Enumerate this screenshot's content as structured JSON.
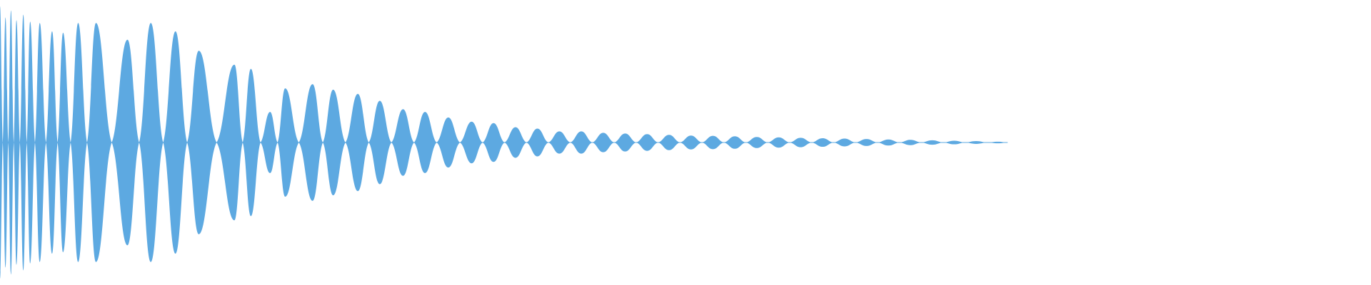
{
  "waveform": {
    "fill_color": "#5DA9E1",
    "background_color": "#FFFFFF",
    "envelope": [
      {
        "t": 0.0,
        "amp": 0.98
      },
      {
        "t": 0.01,
        "amp": 0.93
      },
      {
        "t": 0.02,
        "amp": 0.9
      },
      {
        "t": 0.032,
        "amp": 0.87
      },
      {
        "t": 0.045,
        "amp": 0.84
      },
      {
        "t": 0.06,
        "amp": 0.87
      },
      {
        "t": 0.075,
        "amp": 0.74
      },
      {
        "t": 0.095,
        "amp": 0.91
      },
      {
        "t": 0.115,
        "amp": 0.64
      },
      {
        "t": 0.14,
        "amp": 0.56
      },
      {
        "t": 0.165,
        "amp": 0.43
      },
      {
        "t": 0.19,
        "amp": 0.38
      },
      {
        "t": 0.215,
        "amp": 0.4
      },
      {
        "t": 0.24,
        "amp": 0.36
      },
      {
        "t": 0.26,
        "amp": 0.31
      },
      {
        "t": 0.28,
        "amp": 0.29
      },
      {
        "t": 0.3,
        "amp": 0.24
      },
      {
        "t": 0.33,
        "amp": 0.18
      },
      {
        "t": 0.36,
        "amp": 0.12
      },
      {
        "t": 0.4,
        "amp": 0.09
      },
      {
        "t": 0.45,
        "amp": 0.07
      },
      {
        "t": 0.5,
        "amp": 0.055
      },
      {
        "t": 0.55,
        "amp": 0.045
      },
      {
        "t": 0.6,
        "amp": 0.035
      },
      {
        "t": 0.65,
        "amp": 0.025
      },
      {
        "t": 0.7,
        "amp": 0.018
      },
      {
        "t": 0.74,
        "amp": 0.01
      },
      {
        "t": 0.735,
        "amp": 0.008
      }
    ],
    "lobes": [
      {
        "t": 0.0,
        "amp": 0.98
      },
      {
        "t": 0.004,
        "amp": 0.9
      },
      {
        "t": 0.008,
        "amp": 0.95
      },
      {
        "t": 0.012,
        "amp": 0.88
      },
      {
        "t": 0.017,
        "amp": 0.92
      },
      {
        "t": 0.022,
        "amp": 0.87
      },
      {
        "t": 0.029,
        "amp": 0.86
      },
      {
        "t": 0.038,
        "amp": 0.8
      },
      {
        "t": 0.046,
        "amp": 0.79
      },
      {
        "t": 0.057,
        "amp": 0.86
      },
      {
        "t": 0.07,
        "amp": 0.86
      },
      {
        "t": 0.093,
        "amp": 0.74
      },
      {
        "t": 0.11,
        "amp": 0.86
      },
      {
        "t": 0.128,
        "amp": 0.8
      },
      {
        "t": 0.145,
        "amp": 0.66
      },
      {
        "t": 0.171,
        "amp": 0.56
      },
      {
        "t": 0.183,
        "amp": 0.53
      },
      {
        "t": 0.197,
        "amp": 0.22
      },
      {
        "t": 0.208,
        "amp": 0.39
      },
      {
        "t": 0.228,
        "amp": 0.42
      },
      {
        "t": 0.243,
        "amp": 0.38
      },
      {
        "t": 0.261,
        "amp": 0.35
      },
      {
        "t": 0.277,
        "amp": 0.3
      },
      {
        "t": 0.294,
        "amp": 0.24
      },
      {
        "t": 0.31,
        "amp": 0.22
      },
      {
        "t": 0.327,
        "amp": 0.18
      },
      {
        "t": 0.344,
        "amp": 0.15
      },
      {
        "t": 0.36,
        "amp": 0.14
      },
      {
        "t": 0.376,
        "amp": 0.11
      },
      {
        "t": 0.392,
        "amp": 0.1
      },
      {
        "t": 0.408,
        "amp": 0.08
      },
      {
        "t": 0.424,
        "amp": 0.08
      },
      {
        "t": 0.44,
        "amp": 0.07
      },
      {
        "t": 0.456,
        "amp": 0.065
      },
      {
        "t": 0.472,
        "amp": 0.06
      },
      {
        "t": 0.488,
        "amp": 0.055
      },
      {
        "t": 0.504,
        "amp": 0.05
      },
      {
        "t": 0.52,
        "amp": 0.048
      },
      {
        "t": 0.536,
        "amp": 0.045
      },
      {
        "t": 0.552,
        "amp": 0.04
      },
      {
        "t": 0.568,
        "amp": 0.037
      },
      {
        "t": 0.584,
        "amp": 0.034
      },
      {
        "t": 0.6,
        "amp": 0.031
      },
      {
        "t": 0.616,
        "amp": 0.028
      },
      {
        "t": 0.632,
        "amp": 0.025
      },
      {
        "t": 0.648,
        "amp": 0.022
      },
      {
        "t": 0.664,
        "amp": 0.019
      },
      {
        "t": 0.68,
        "amp": 0.016
      },
      {
        "t": 0.696,
        "amp": 0.013
      },
      {
        "t": 0.712,
        "amp": 0.01
      },
      {
        "t": 0.728,
        "amp": 0.006
      }
    ],
    "end_fraction": 0.735
  }
}
